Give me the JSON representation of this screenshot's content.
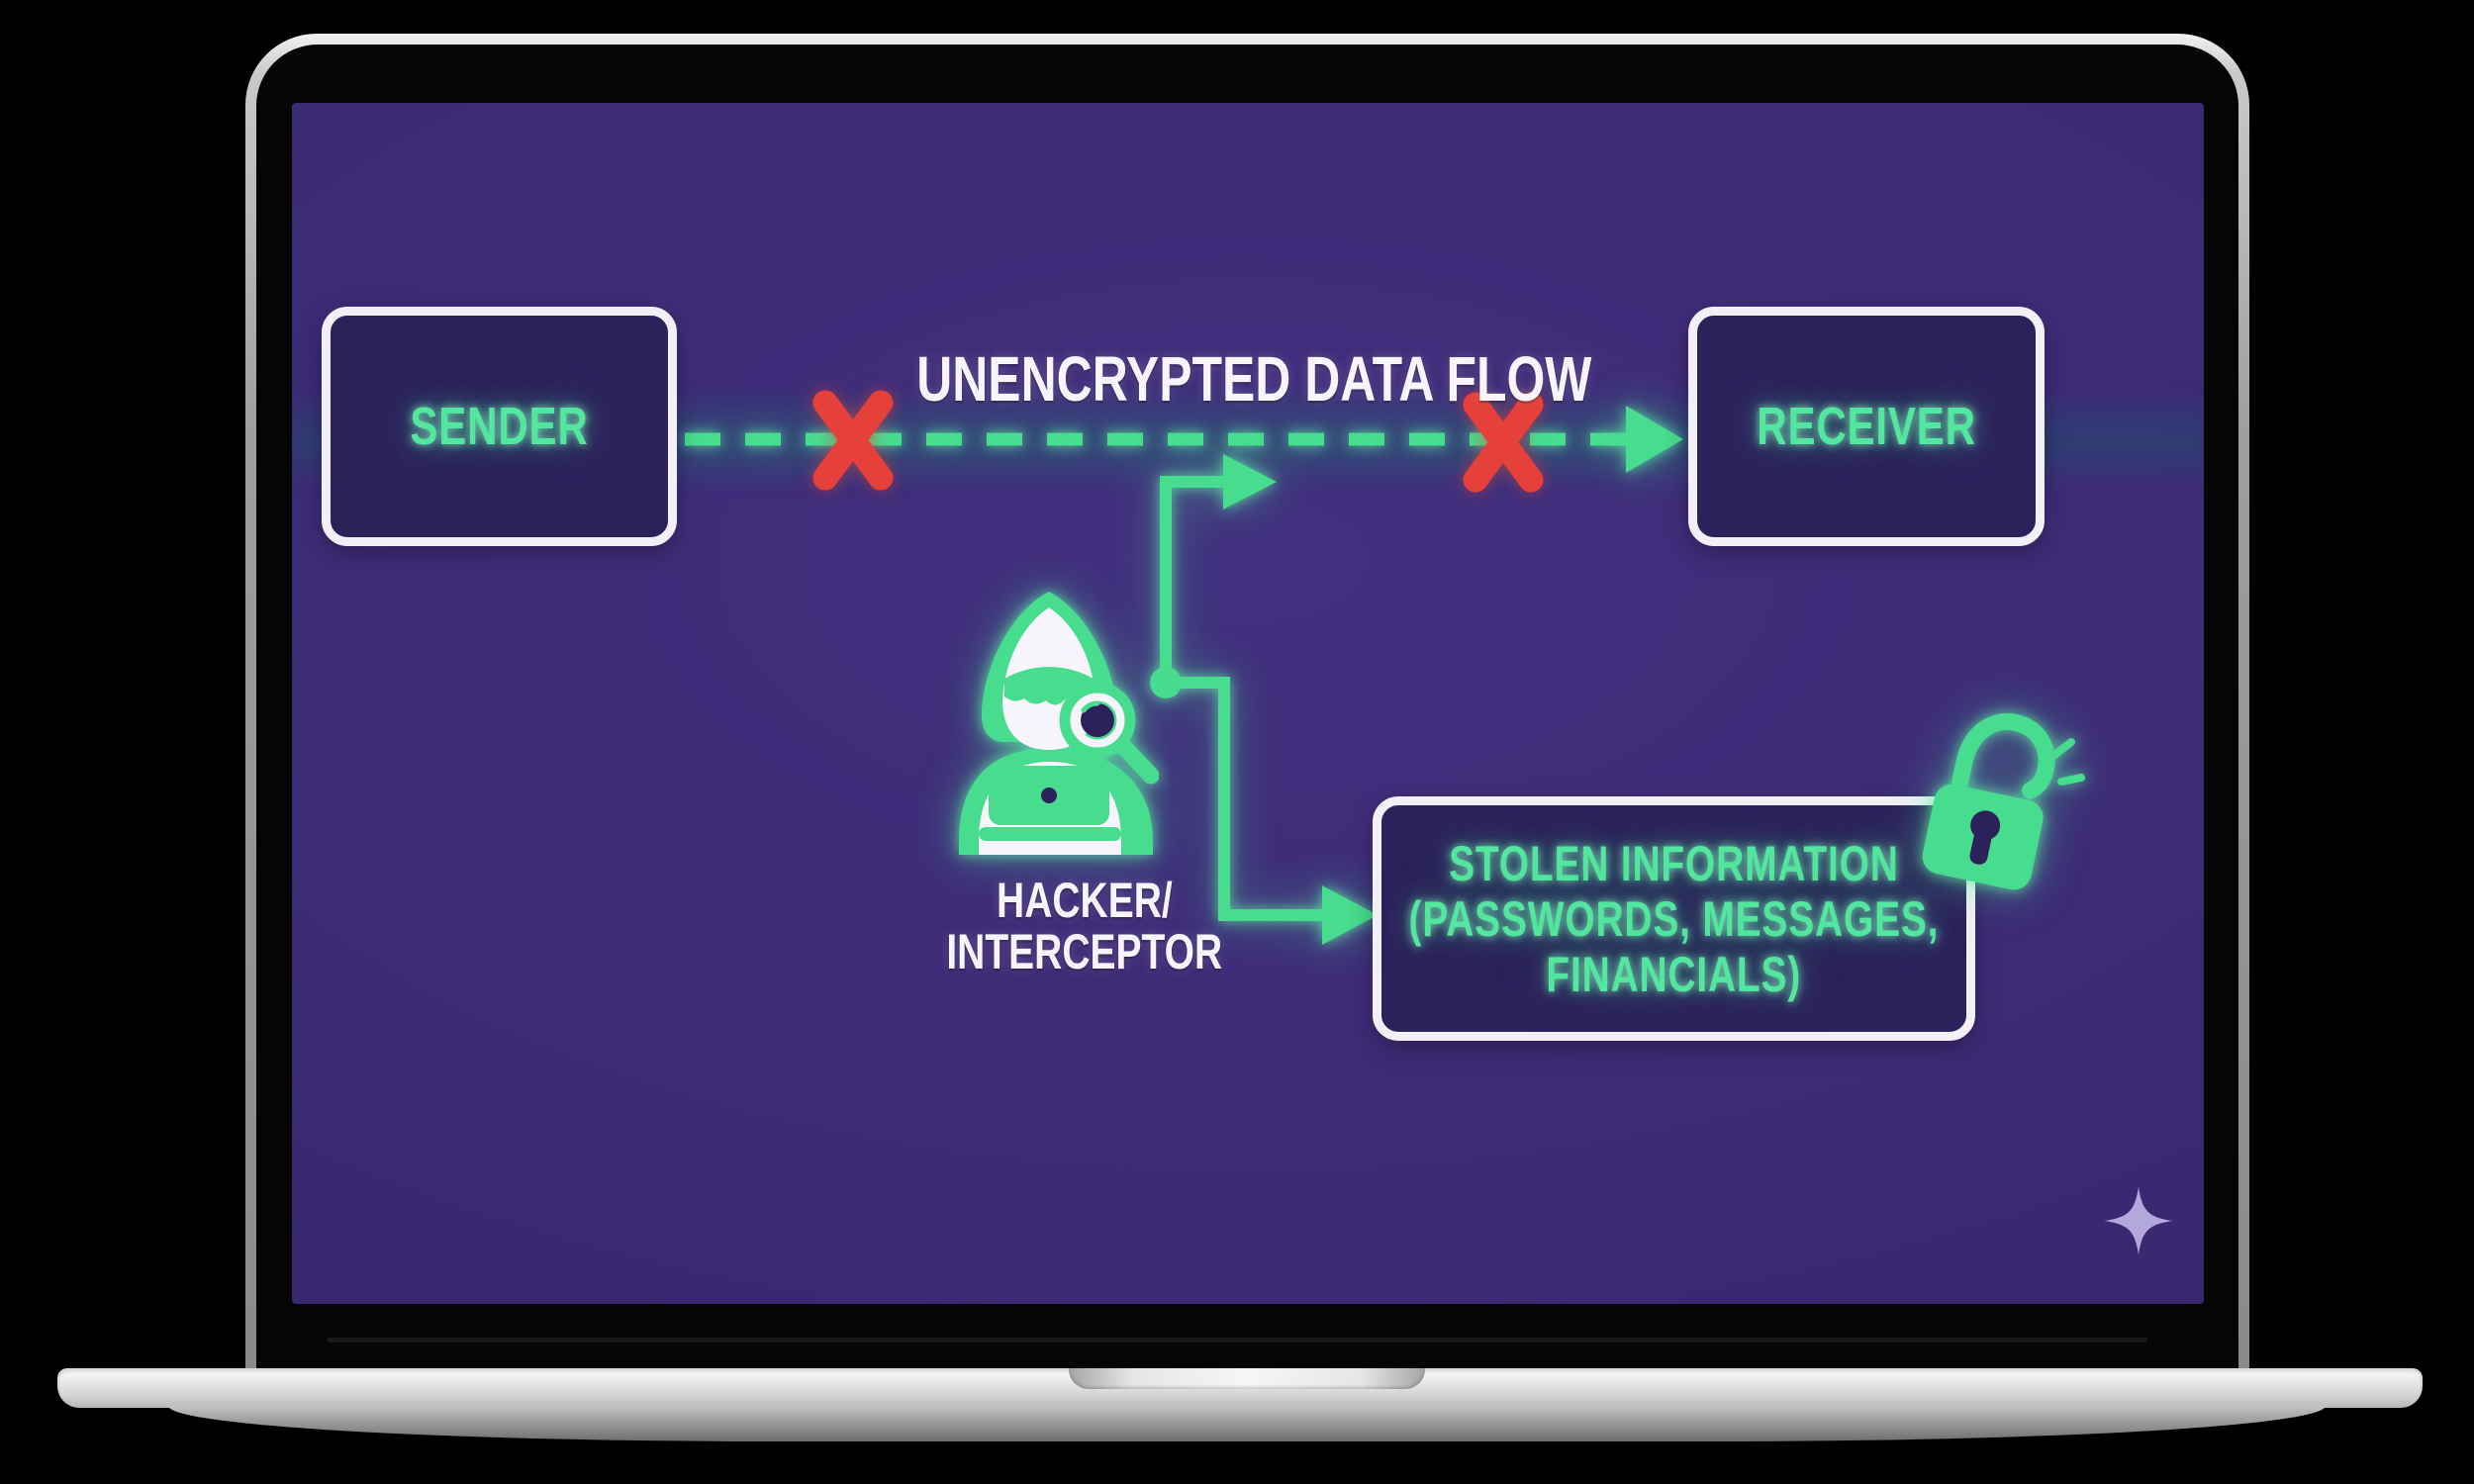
{
  "frame": {
    "device": "laptop-mockup"
  },
  "diagram": {
    "title": "UNENCRYPTED DATA FLOW",
    "sender": {
      "label": "SENDER"
    },
    "receiver": {
      "label": "RECEIVER"
    },
    "hacker": {
      "label_line1": "HACKER/",
      "label_line2": "INTERCEPTOR"
    },
    "stolen_info": {
      "line1": "STOLEN INFORMATION",
      "line2": "(PASSWORDS, MESSAGES,",
      "line3": "FINANCIALS)"
    },
    "icons": {
      "hacker": "hooded-hacker-with-magnifier-and-laptop-icon",
      "padlock": "open-padlock-icon",
      "sparkle": "four-point-star-icon",
      "blocked_marker_left": "red-x-icon",
      "blocked_marker_right": "red-x-icon",
      "flow_arrowhead": "arrow-right-icon",
      "tap_arrowhead": "arrow-right-icon",
      "steal_arrowhead": "arrow-right-icon",
      "tap_node": "junction-dot"
    }
  },
  "colors": {
    "page-bg": "#000000",
    "screen-bg": "#3b2a74",
    "panel-fill": "#2d215c",
    "panel-border": "#f2eff7",
    "accent-green": "#52e69e",
    "line-green": "#47dc8e",
    "alert-red": "#e5403a",
    "text-white": "#f7f5fb",
    "sparkle-purple": "#b3a8da"
  }
}
